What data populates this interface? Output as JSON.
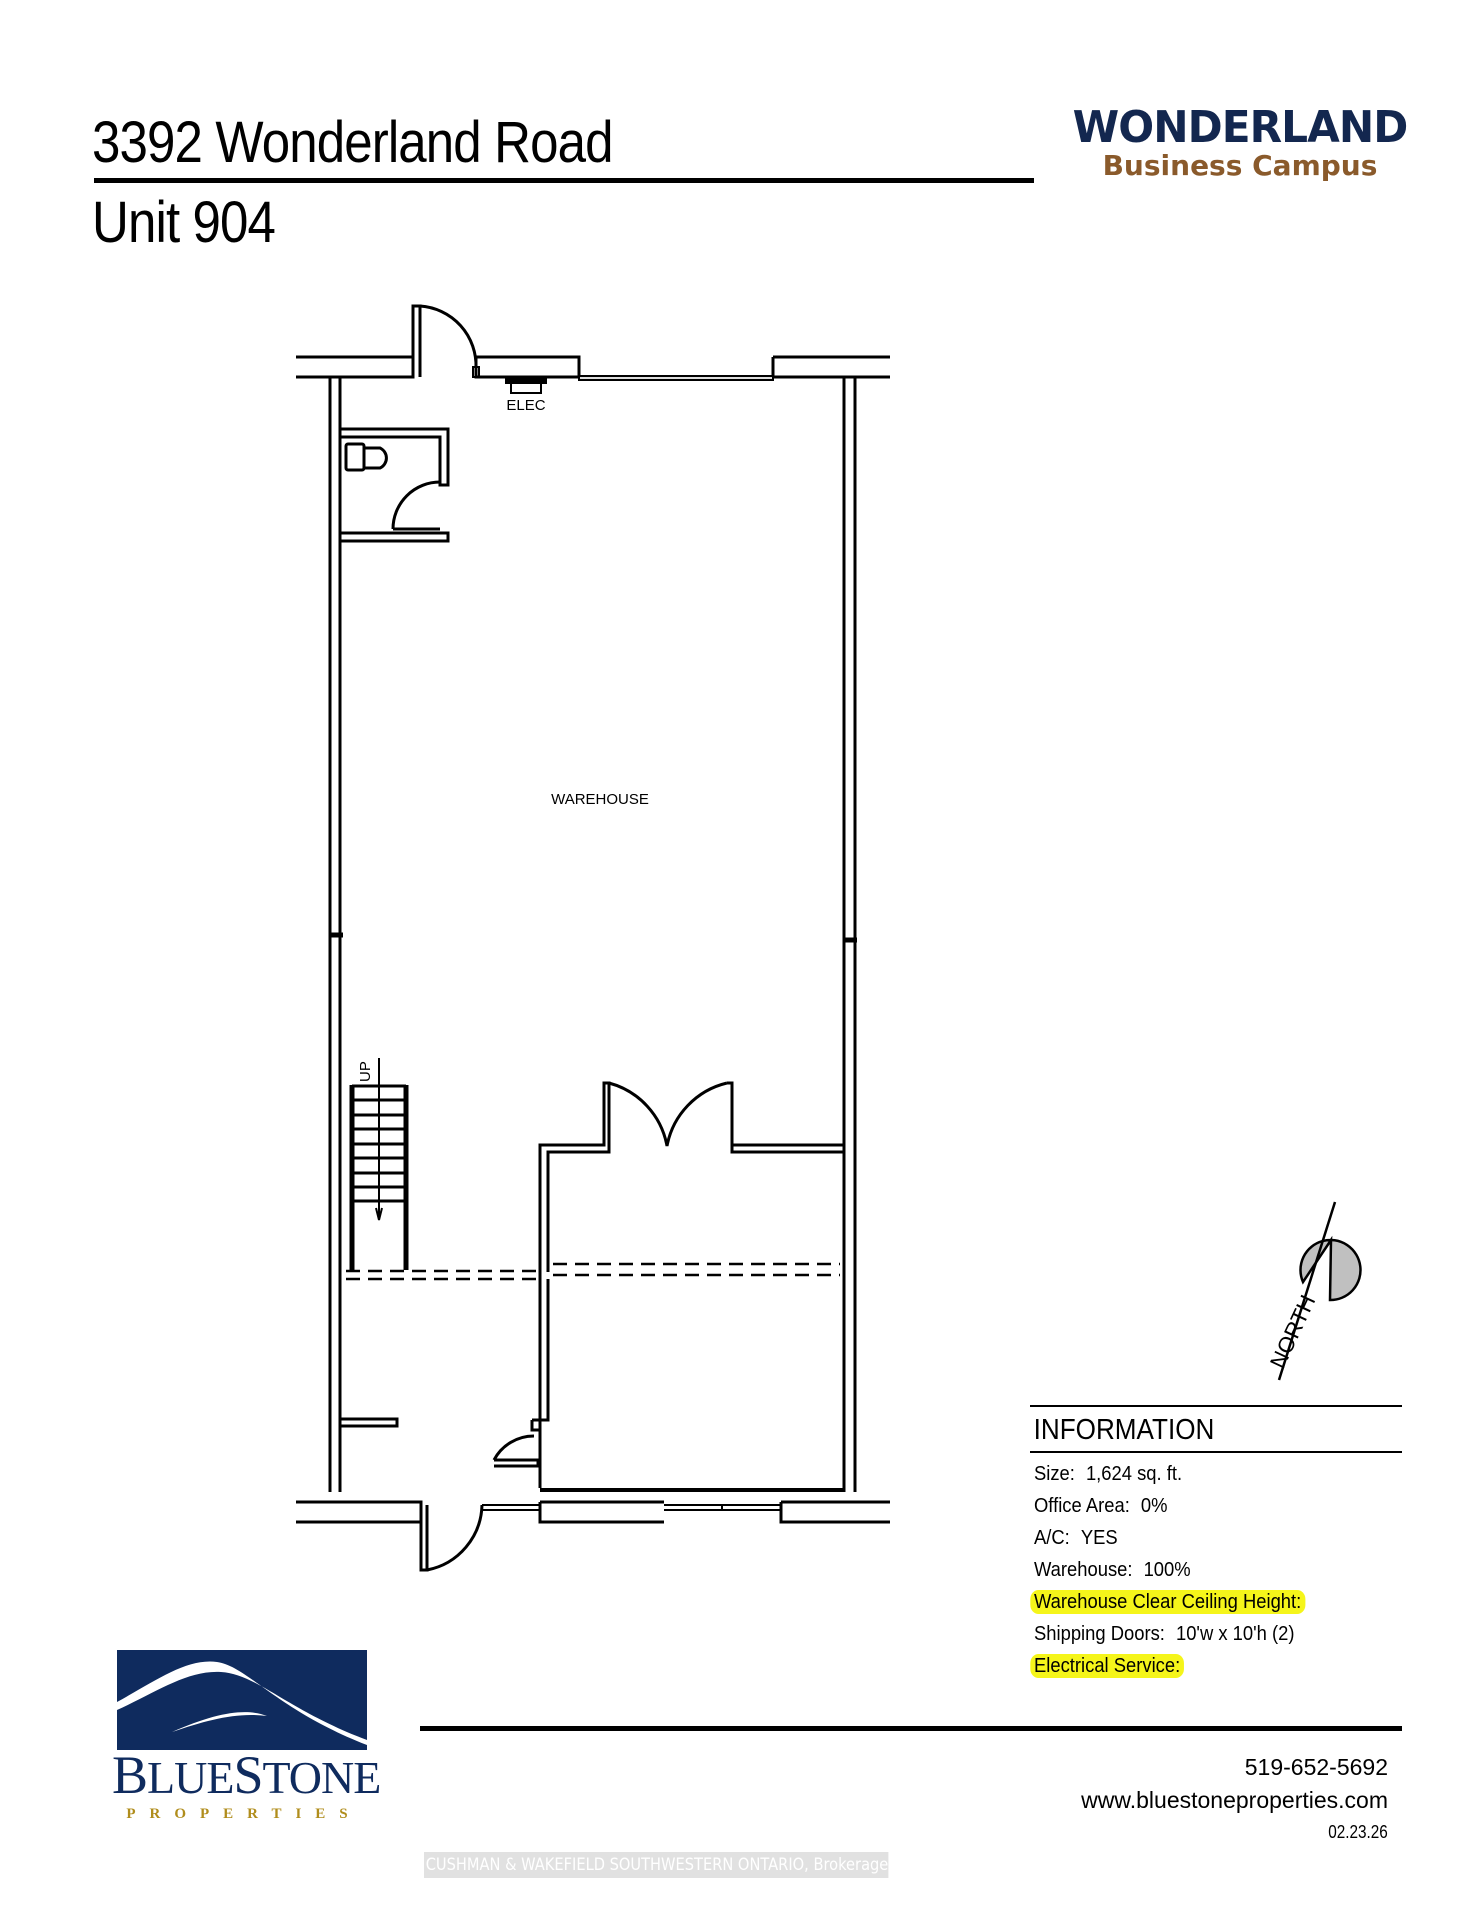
{
  "header": {
    "address": "3392 Wonderland Road",
    "unit": "Unit 904"
  },
  "brand": {
    "name": "WONDERLAND",
    "subtitle": "Business Campus",
    "name_color": "#13274f",
    "subtitle_color": "#8a5a2b"
  },
  "floor_plan": {
    "labels": {
      "elec": "ELEC",
      "warehouse": "WAREHOUSE",
      "stairs": "UP"
    },
    "compass_label": "NORTH"
  },
  "information": {
    "heading": "INFORMATION",
    "rows": [
      {
        "label": "Size:",
        "value": "1,624 sq. ft.",
        "highlight": false
      },
      {
        "label": "Office Area:",
        "value": "0%",
        "highlight": false
      },
      {
        "label": "A/C:",
        "value": "YES",
        "highlight": false
      },
      {
        "label": "Warehouse:",
        "value": "100%",
        "highlight": false
      },
      {
        "label": "Warehouse Clear Ceiling Height:",
        "value": "",
        "highlight": true
      },
      {
        "label": "Shipping Doors:",
        "value": "10'w x 10'h (2)",
        "highlight": false
      },
      {
        "label": "Electrical Service:",
        "value": "",
        "highlight": true
      }
    ],
    "highlight_color": "#f5f51a"
  },
  "logo": {
    "name_prefix_B": "B",
    "name_mid": "LUE",
    "name_S": "S",
    "name_end": "TONE",
    "subtitle": "PROPERTIES",
    "primary_color": "#0f2b5e",
    "accent_color": "#b08d1c"
  },
  "contact": {
    "phone": "519-652-5692",
    "website": "www.bluestoneproperties.com",
    "date": "02.23.26"
  },
  "watermark": "CUSHMAN & WAKEFIELD SOUTHWESTERN ONTARIO, Brokerage"
}
